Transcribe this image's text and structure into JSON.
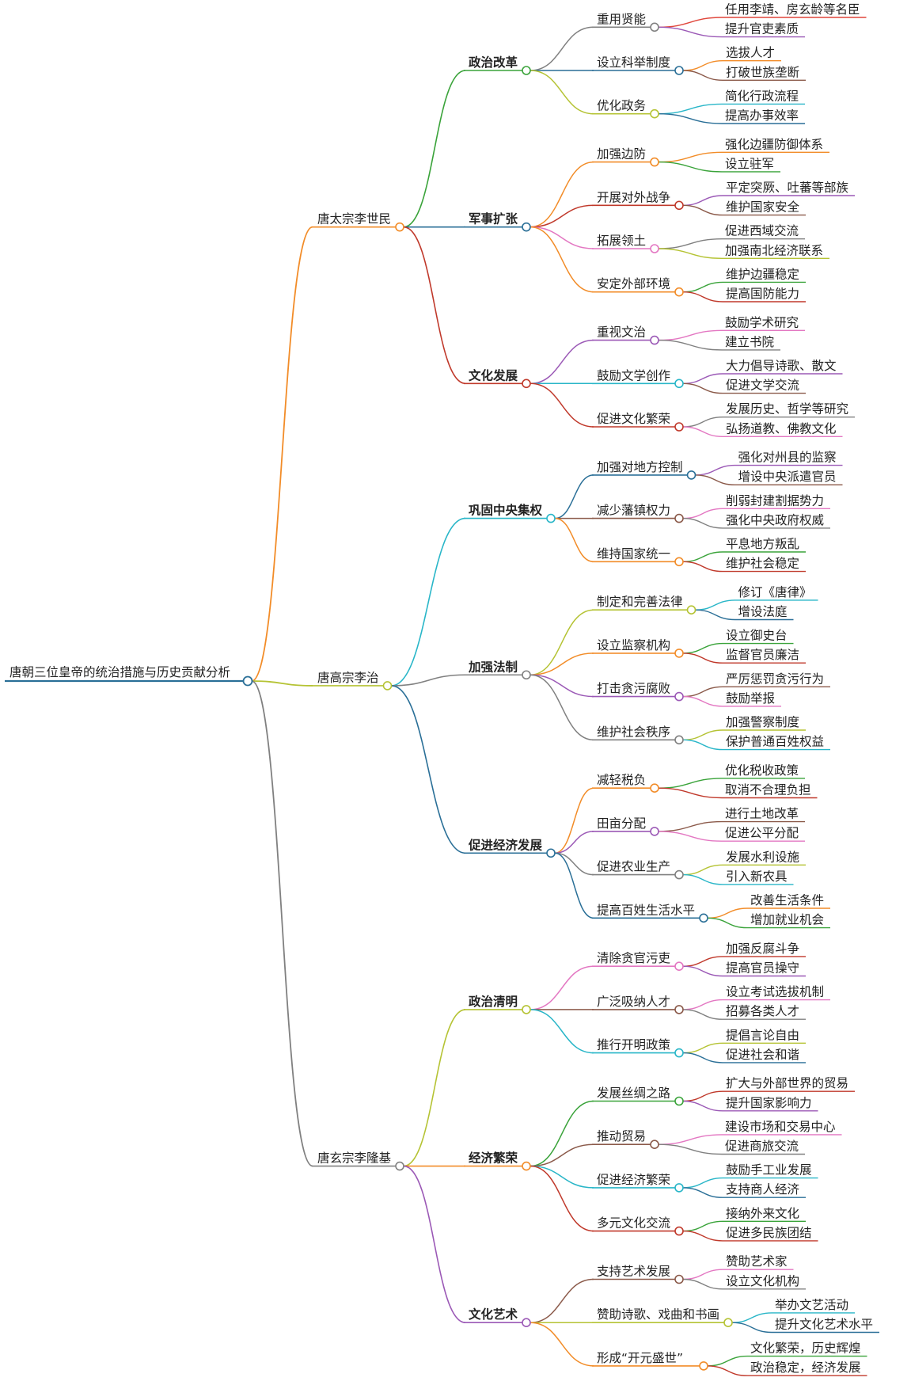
{
  "root": {
    "label": "唐朝三位皇帝的统治措施与历史贡献分析",
    "color": "#2a6f97"
  },
  "emperors": [
    {
      "label": "唐太宗李世民",
      "color": "#f28c28",
      "categories": [
        {
          "label": "政治改革",
          "color": "#3aa33a",
          "items": [
            {
              "label": "重用贤能",
              "color": "#808080",
              "leaves": [
                {
                  "label": "任用李靖、房玄龄等名臣",
                  "color": "#e0473c"
                },
                {
                  "label": "提升官吏素质",
                  "color": "#9b59b6"
                }
              ]
            },
            {
              "label": "设立科举制度",
              "color": "#2a6f97",
              "leaves": [
                {
                  "label": "选拔人才",
                  "color": "#f28c28"
                },
                {
                  "label": "打破世族垄断",
                  "color": "#8b5a4a"
                }
              ]
            },
            {
              "label": "优化政务",
              "color": "#b5c334",
              "leaves": [
                {
                  "label": "简化行政流程",
                  "color": "#29b6c8"
                },
                {
                  "label": "提高办事效率",
                  "color": "#2a6f97"
                }
              ]
            }
          ]
        },
        {
          "label": "军事扩张",
          "color": "#2a6f97",
          "items": [
            {
              "label": "加强边防",
              "color": "#f28c28",
              "leaves": [
                {
                  "label": "强化边疆防御体系",
                  "color": "#f28c28"
                },
                {
                  "label": "设立驻军",
                  "color": "#3aa33a"
                }
              ]
            },
            {
              "label": "开展对外战争",
              "color": "#c0392b",
              "leaves": [
                {
                  "label": "平定突厥、吐蕃等部族",
                  "color": "#9b59b6"
                },
                {
                  "label": "维护国家安全",
                  "color": "#8b5a4a"
                }
              ]
            },
            {
              "label": "拓展领土",
              "color": "#e377c2",
              "leaves": [
                {
                  "label": "促进西域交流",
                  "color": "#808080"
                },
                {
                  "label": "加强南北经济联系",
                  "color": "#b5c334"
                }
              ]
            },
            {
              "label": "安定外部环境",
              "color": "#f28c28",
              "leaves": [
                {
                  "label": "维护边疆稳定",
                  "color": "#3aa33a"
                },
                {
                  "label": "提高国防能力",
                  "color": "#c0392b"
                }
              ]
            }
          ]
        },
        {
          "label": "文化发展",
          "color": "#c0392b",
          "items": [
            {
              "label": "重视文治",
              "color": "#9b59b6",
              "leaves": [
                {
                  "label": "鼓励学术研究",
                  "color": "#e377c2"
                },
                {
                  "label": "建立书院",
                  "color": "#808080"
                }
              ]
            },
            {
              "label": "鼓励文学创作",
              "color": "#29b6c8",
              "leaves": [
                {
                  "label": "大力倡导诗歌、散文",
                  "color": "#9b59b6"
                },
                {
                  "label": "促进文学交流",
                  "color": "#8b5a4a"
                }
              ]
            },
            {
              "label": "促进文化繁荣",
              "color": "#c0392b",
              "leaves": [
                {
                  "label": "发展历史、哲学等研究",
                  "color": "#808080"
                },
                {
                  "label": "弘扬道教、佛教文化",
                  "color": "#e377c2"
                }
              ]
            }
          ]
        }
      ]
    },
    {
      "label": "唐高宗李治",
      "color": "#b5c334",
      "categories": [
        {
          "label": "巩固中央集权",
          "color": "#29b6c8",
          "items": [
            {
              "label": "加强对地方控制",
              "color": "#2a6f97",
              "leaves": [
                {
                  "label": "强化对州县的监察",
                  "color": "#9b59b6"
                },
                {
                  "label": "增设中央派遣官员",
                  "color": "#8b5a4a"
                }
              ]
            },
            {
              "label": "减少藩镇权力",
              "color": "#8b5a4a",
              "leaves": [
                {
                  "label": "削弱封建割据势力",
                  "color": "#e377c2"
                },
                {
                  "label": "强化中央政府权威",
                  "color": "#808080"
                }
              ]
            },
            {
              "label": "维持国家统一",
              "color": "#f28c28",
              "leaves": [
                {
                  "label": "平息地方叛乱",
                  "color": "#3aa33a"
                },
                {
                  "label": "维护社会稳定",
                  "color": "#c0392b"
                }
              ]
            }
          ]
        },
        {
          "label": "加强法制",
          "color": "#808080",
          "items": [
            {
              "label": "制定和完善法律",
              "color": "#b5c334",
              "leaves": [
                {
                  "label": "修订《唐律》",
                  "color": "#29b6c8"
                },
                {
                  "label": "增设法庭",
                  "color": "#2a6f97"
                }
              ]
            },
            {
              "label": "设立监察机构",
              "color": "#f28c28",
              "leaves": [
                {
                  "label": "设立御史台",
                  "color": "#3aa33a"
                },
                {
                  "label": "监督官员廉洁",
                  "color": "#c0392b"
                }
              ]
            },
            {
              "label": "打击贪污腐败",
              "color": "#9b59b6",
              "leaves": [
                {
                  "label": "严厉惩罚贪污行为",
                  "color": "#8b5a4a"
                },
                {
                  "label": "鼓励举报",
                  "color": "#e377c2"
                }
              ]
            },
            {
              "label": "维护社会秩序",
              "color": "#808080",
              "leaves": [
                {
                  "label": "加强警察制度",
                  "color": "#b5c334"
                },
                {
                  "label": "保护普通百姓权益",
                  "color": "#29b6c8"
                }
              ]
            }
          ]
        },
        {
          "label": "促进经济发展",
          "color": "#2a6f97",
          "items": [
            {
              "label": "减轻税负",
              "color": "#f28c28",
              "leaves": [
                {
                  "label": "优化税收政策",
                  "color": "#3aa33a"
                },
                {
                  "label": "取消不合理负担",
                  "color": "#c0392b"
                }
              ]
            },
            {
              "label": "田亩分配",
              "color": "#9b59b6",
              "leaves": [
                {
                  "label": "进行土地改革",
                  "color": "#8b5a4a"
                },
                {
                  "label": "促进公平分配",
                  "color": "#e377c2"
                }
              ]
            },
            {
              "label": "促进农业生产",
              "color": "#808080",
              "leaves": [
                {
                  "label": "发展水利设施",
                  "color": "#b5c334"
                },
                {
                  "label": "引入新农具",
                  "color": "#29b6c8"
                }
              ]
            },
            {
              "label": "提高百姓生活水平",
              "color": "#2a6f97",
              "leaves": [
                {
                  "label": "改善生活条件",
                  "color": "#f28c28"
                },
                {
                  "label": "增加就业机会",
                  "color": "#3aa33a"
                }
              ]
            }
          ]
        }
      ]
    },
    {
      "label": "唐玄宗李隆基",
      "color": "#808080",
      "categories": [
        {
          "label": "政治清明",
          "color": "#b5c334",
          "items": [
            {
              "label": "清除贪官污吏",
              "color": "#e377c2",
              "leaves": [
                {
                  "label": "加强反腐斗争",
                  "color": "#c0392b"
                },
                {
                  "label": "提高官员操守",
                  "color": "#9b59b6"
                }
              ]
            },
            {
              "label": "广泛吸纳人才",
              "color": "#8b5a4a",
              "leaves": [
                {
                  "label": "设立考试选拔机制",
                  "color": "#e377c2"
                },
                {
                  "label": "招募各类人才",
                  "color": "#808080"
                }
              ]
            },
            {
              "label": "推行开明政策",
              "color": "#29b6c8",
              "leaves": [
                {
                  "label": "提倡言论自由",
                  "color": "#b5c334"
                },
                {
                  "label": "促进社会和谐",
                  "color": "#2a6f97"
                }
              ]
            }
          ]
        },
        {
          "label": "经济繁荣",
          "color": "#f28c28",
          "items": [
            {
              "label": "发展丝绸之路",
              "color": "#3aa33a",
              "leaves": [
                {
                  "label": "扩大与外部世界的贸易",
                  "color": "#c0392b"
                },
                {
                  "label": "提升国家影响力",
                  "color": "#9b59b6"
                }
              ]
            },
            {
              "label": "推动贸易",
              "color": "#8b5a4a",
              "leaves": [
                {
                  "label": "建设市场和交易中心",
                  "color": "#e377c2"
                },
                {
                  "label": "促进商旅交流",
                  "color": "#808080"
                }
              ]
            },
            {
              "label": "促进经济繁荣",
              "color": "#29b6c8",
              "leaves": [
                {
                  "label": "鼓励手工业发展",
                  "color": "#29b6c8"
                },
                {
                  "label": "支持商人经济",
                  "color": "#2a6f97"
                }
              ]
            },
            {
              "label": "多元文化交流",
              "color": "#c0392b",
              "leaves": [
                {
                  "label": "接纳外来文化",
                  "color": "#3aa33a"
                },
                {
                  "label": "促进多民族团结",
                  "color": "#c0392b"
                }
              ]
            }
          ]
        },
        {
          "label": "文化艺术",
          "color": "#9b59b6",
          "items": [
            {
              "label": "支持艺术发展",
              "color": "#8b5a4a",
              "leaves": [
                {
                  "label": "赞助艺术家",
                  "color": "#e377c2"
                },
                {
                  "label": "设立文化机构",
                  "color": "#808080"
                }
              ]
            },
            {
              "label": "赞助诗歌、戏曲和书画",
              "color": "#b5c334",
              "leaves": [
                {
                  "label": "举办文艺活动",
                  "color": "#29b6c8"
                },
                {
                  "label": "提升文化艺术水平",
                  "color": "#2a6f97"
                }
              ]
            },
            {
              "label": "形成“开元盛世”",
              "color": "#f28c28",
              "leaves": [
                {
                  "label": "文化繁荣，历史辉煌",
                  "color": "#3aa33a"
                },
                {
                  "label": "政治稳定，经济发展",
                  "color": "#c0392b"
                }
              ]
            }
          ]
        }
      ]
    }
  ]
}
